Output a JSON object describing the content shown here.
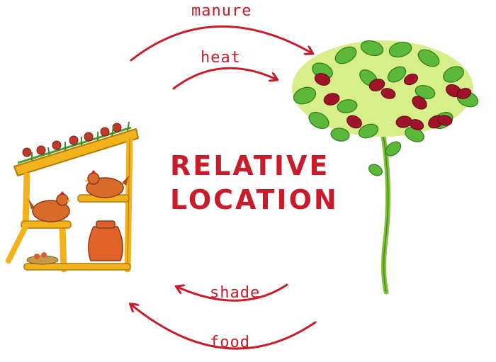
{
  "title": {
    "line1": "RELATIVE",
    "line2": "LOCATION"
  },
  "arrows": {
    "manure": "manure",
    "heat": "heat",
    "shade": "shade",
    "food": "food"
  },
  "colors": {
    "accent_red": "#c81c2b",
    "coop_yellow": "#f2b21b",
    "hen_orange": "#d86a2a",
    "leaf_green": "#5cb83a",
    "berry_red": "#a0142a",
    "stem_green": "#7fbf3a"
  },
  "illustrations": [
    "chicken-coop",
    "fruit-tree"
  ]
}
